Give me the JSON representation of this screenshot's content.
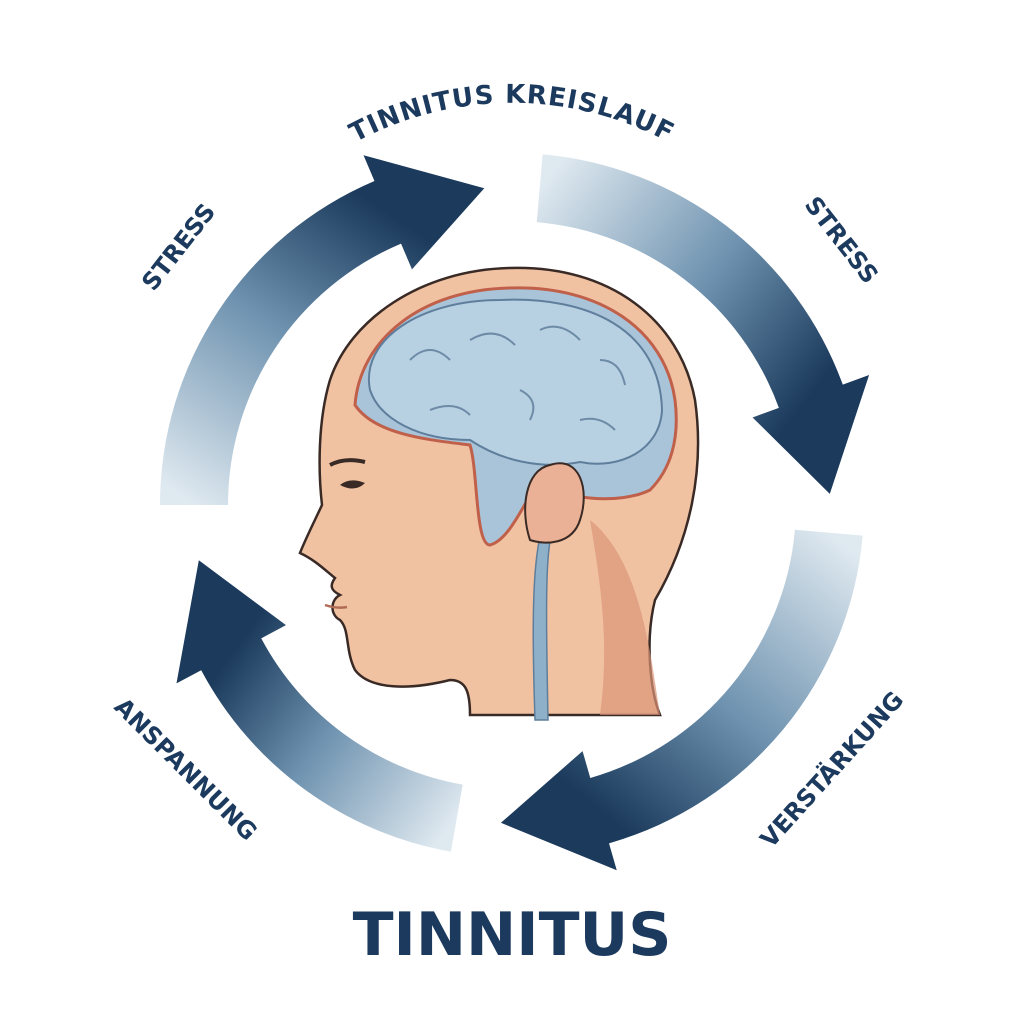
{
  "title": "TINNITUS KREISLAUF",
  "bottom_title": "TINNITUS",
  "labels": {
    "top_left": "STRESS",
    "right": "STRESS",
    "bottom_right": "VERSTÄRKUNG",
    "bottom_left": "ANSPANNUNG"
  },
  "colors": {
    "arrow_dark": "#1b3a5c",
    "arrow_light": "#dfe9f0",
    "text": "#1c3a5e",
    "skin": "#f0c2a2",
    "brain": "#a9c4d9"
  },
  "icons": [
    "cycle-arrow",
    "head-profile-icon",
    "brain-icon",
    "ear-icon"
  ]
}
